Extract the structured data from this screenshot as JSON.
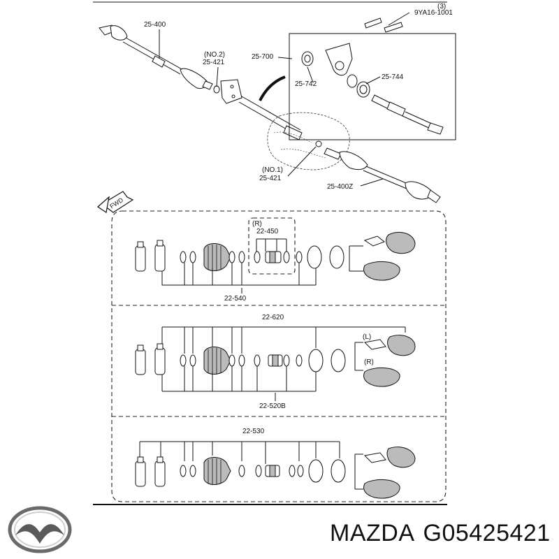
{
  "labels": {
    "bolt_part": "9YA16-1001",
    "bolt_qty": "(3)",
    "right_shaft": "25-400",
    "clip_no2_note": "(NO.2)",
    "clip_no2": "25-421",
    "bearing_assembly": "25-700",
    "bearing_seal": "25-742",
    "bearing": "25-744",
    "clip_no1_note": "(NO.1)",
    "clip_no1": "25-421",
    "left_shaft": "25-400Z",
    "fwd": "FWD",
    "kit_r_note": "(R)",
    "kit_r": "22-450",
    "boot_kit_1": "22-540",
    "boot_kit_2": "22-620",
    "joint_l_note": "(L)",
    "joint_r_note": "(R)",
    "boot_kit_3": "22-520B",
    "boot_kit_4": "22-530"
  },
  "brand": {
    "maker": "MAZDA",
    "part_number": "G05425421",
    "logo_icon": "mazda-logo-icon"
  },
  "colors": {
    "line": "#111111",
    "shade": "#bbbbbb",
    "background": "#ffffff"
  }
}
